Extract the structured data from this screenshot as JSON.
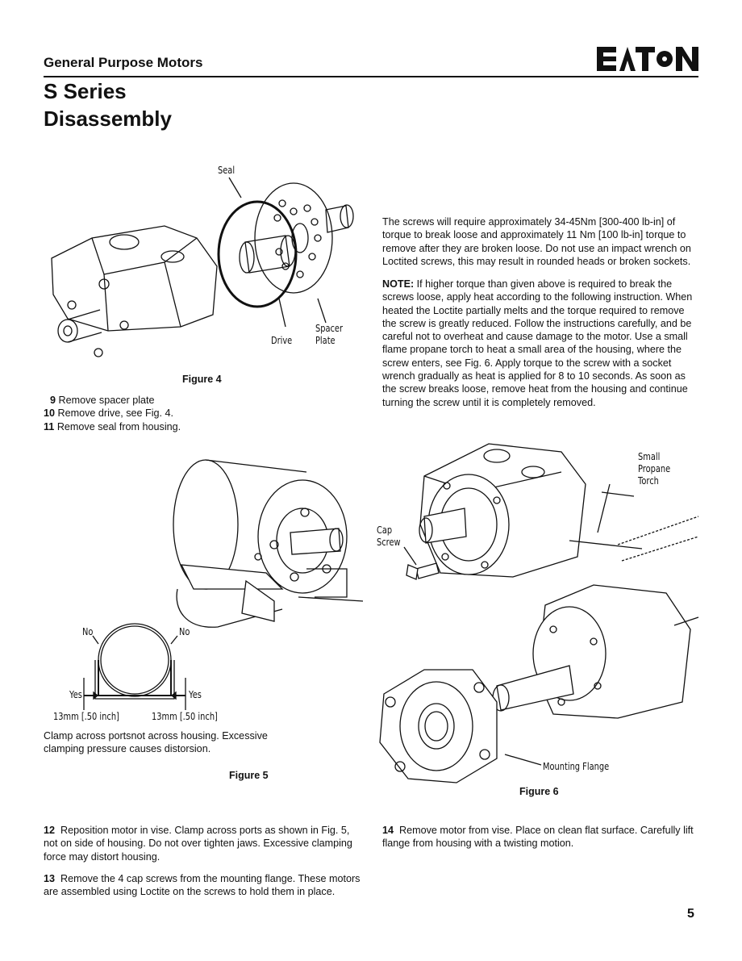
{
  "header": {
    "section": "General Purpose Motors",
    "title_line1": "S Series",
    "title_line2": "Disassembly",
    "logo_text": "EATON"
  },
  "figure4": {
    "caption": "Figure 4",
    "labels": {
      "seal": "Seal",
      "drive": "Drive",
      "spacer_line1": "Spacer",
      "spacer_line2": "Plate"
    }
  },
  "steps_a": [
    {
      "num": "9",
      "text": "Remove spacer plate"
    },
    {
      "num": "10",
      "text": "Remove drive, see Fig. 4."
    },
    {
      "num": "11",
      "text": "Remove seal from housing."
    }
  ],
  "right_text": {
    "p1": "The screws will require approximately 34-45Nm [300-400 lb-in] of torque to break loose and approximately 11 Nm [100 lb-in] torque to remove after they are broken loose. Do not use an impact wrench on Loctited screws, this may result in rounded heads or broken sockets.",
    "note_label": "NOTE:",
    "note_text": " If higher torque than given above is required to break the screws loose, apply heat according to the following instruction. When heated the Loctite partially melts and the torque required to remove the screw is greatly reduced. Follow the instructions carefully, and be careful not to overheat and cause damage to the motor. Use a small flame propane torch to heat a small area of the housing, where the screw enters, see Fig. 6. Apply torque to the screw with a socket wrench gradually as heat is applied for 8 to 10 seconds. As soon as the screw breaks loose, remove heat from the housing and continue turning the screw until it is completely removed."
  },
  "figure5": {
    "caption": "Figure 5",
    "labels": {
      "no_left": "No",
      "no_right": "No",
      "yes_left": "Yes",
      "yes_right": "Yes",
      "dim_left": "13mm [.50 inch]",
      "dim_right": "13mm [.50 inch]"
    },
    "note": "Clamp across portsnot across housing. Excessive clamping pressure causes distorsion."
  },
  "figure6": {
    "caption": "Figure 6",
    "labels": {
      "torch_line1": "Small",
      "torch_line2": "Propane",
      "torch_line3": "Torch",
      "cap_line1": "Cap",
      "cap_line2": "Screw",
      "flange": "Mounting Flange"
    }
  },
  "steps_b": {
    "s12_num": "12",
    "s12_text": "Reposition motor in vise. Clamp across ports as shown in Fig. 5, not on side of housing. Do not over tighten jaws. Excessive clamping force may distort housing.",
    "s13_num": "13",
    "s13_text": "Remove the 4 cap screws from the mounting flange. These motors are assembled using Loctite on the screws to hold them in place.",
    "s14_num": "14",
    "s14_text": "Remove motor from vise. Place on clean flat surface. Carefully lift flange from housing with a twisting motion."
  },
  "page_number": "5"
}
